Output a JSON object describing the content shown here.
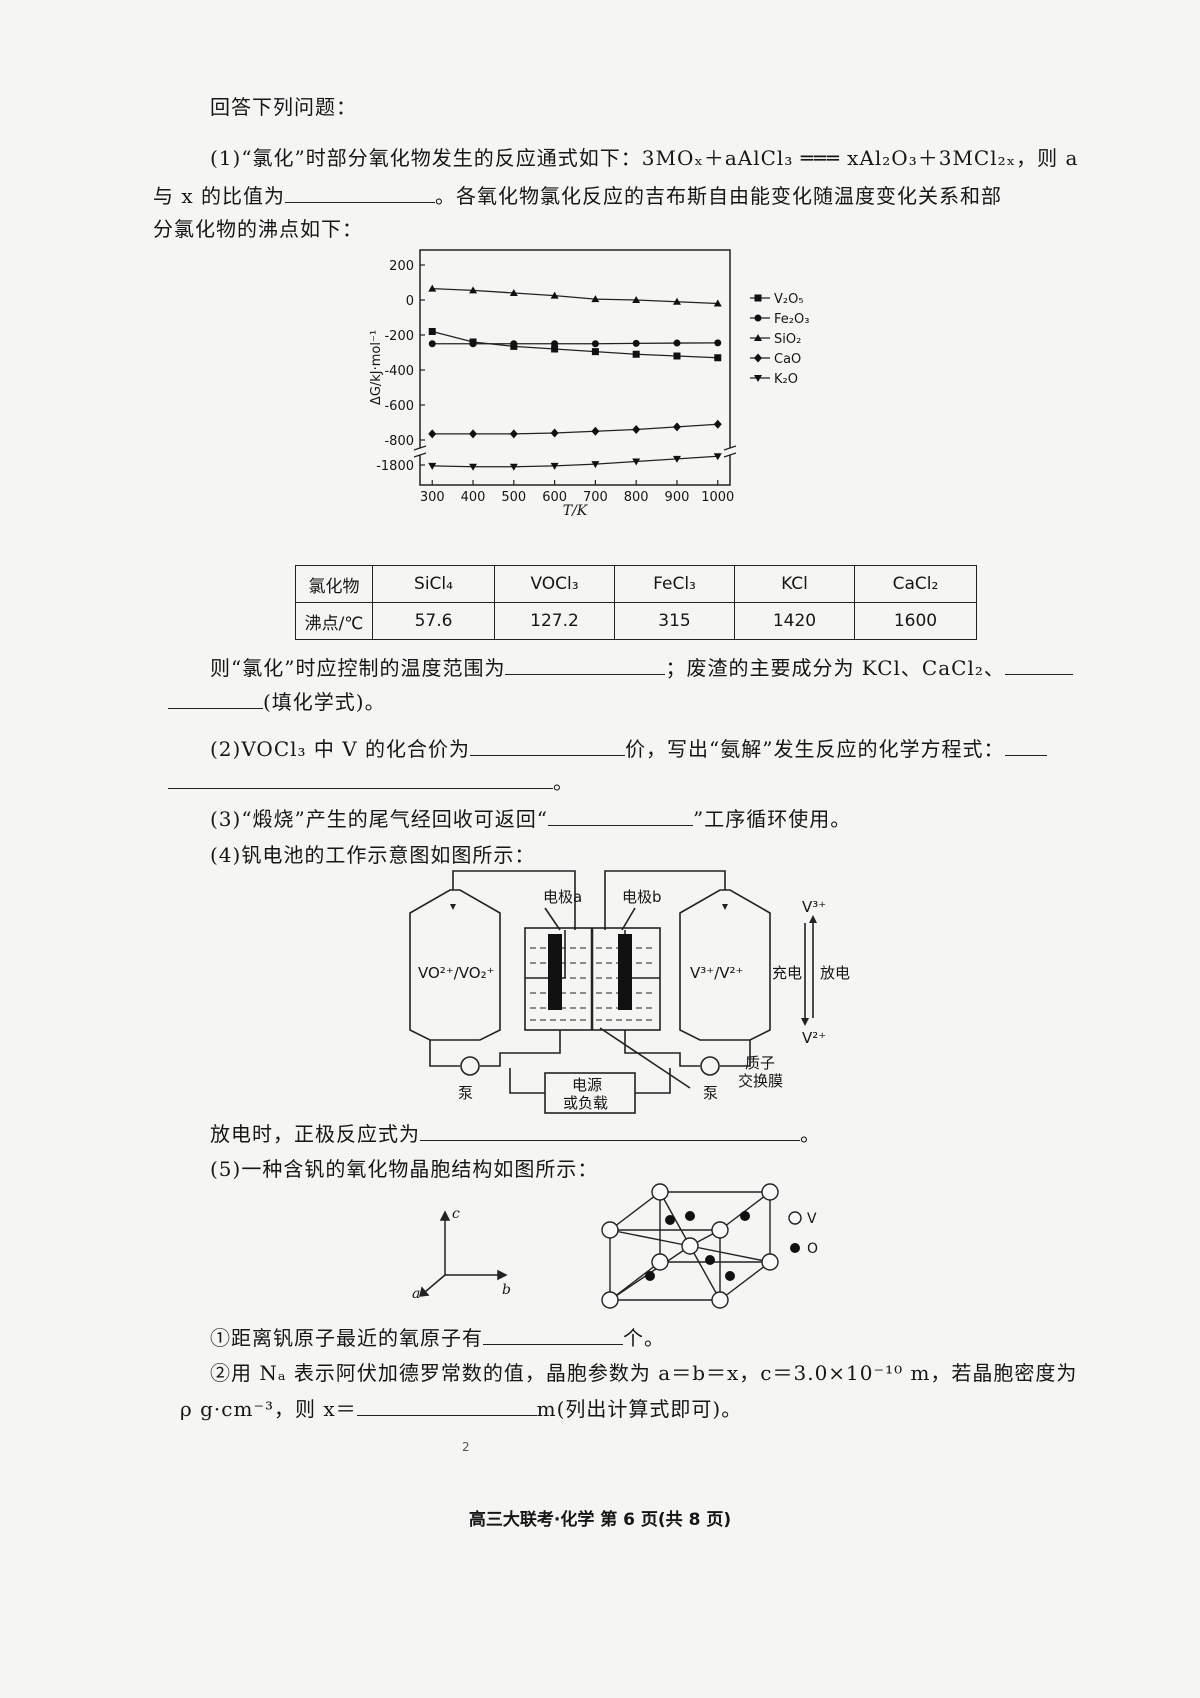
{
  "intro": "回答下列问题：",
  "q1": {
    "line1": "(1)“氯化”时部分氧化物发生的反应通式如下：3MOₓ＋aAlCl₃ ═══ xAl₂O₃＋3MCl₂ₓ，则 a",
    "line2a": "与 x 的比值为",
    "line2b": "。各氧化物氯化反应的吉布斯自由能变化随温度变化关系和部",
    "line3": "分氯化物的沸点如下：",
    "line4a": "则“氯化”时应控制的温度范围为",
    "line4b": "；废渣的主要成分为 KCl、CaCl₂、",
    "line5": "(填化学式)。"
  },
  "chart_data": {
    "type": "line",
    "xlabel": "T/K",
    "ylabel": "ΔG/kJ·mol⁻¹",
    "x": [
      300,
      400,
      500,
      600,
      700,
      800,
      900,
      1000
    ],
    "xlim": [
      270,
      1030
    ],
    "y_ticks": [
      "200",
      "0",
      "-200",
      "-400",
      "-600",
      "-800",
      "-1800"
    ],
    "axis_break": true,
    "series": [
      {
        "name": "V₂O₅",
        "marker": "square",
        "values": [
          -180,
          -240,
          -265,
          -280,
          -295,
          -310,
          -320,
          -330
        ]
      },
      {
        "name": "Fe₂O₃",
        "marker": "circle",
        "values": [
          -250,
          -250,
          -250,
          -250,
          -250,
          -248,
          -246,
          -245
        ]
      },
      {
        "name": "SiO₂",
        "marker": "triangle-up",
        "values": [
          65,
          55,
          40,
          25,
          5,
          0,
          -10,
          -20
        ]
      },
      {
        "name": "CaO",
        "marker": "diamond",
        "values": [
          -765,
          -765,
          -765,
          -760,
          -750,
          -740,
          -725,
          -710
        ]
      },
      {
        "name": "K₂O",
        "marker": "triangle-down",
        "values": [
          -1805,
          -1810,
          -1810,
          -1805,
          -1795,
          -1780,
          -1765,
          -1750
        ]
      }
    ]
  },
  "bp_table": {
    "header": "氯化物",
    "row_label": "沸点/℃",
    "compounds": [
      "SiCl₄",
      "VOCl₃",
      "FeCl₃",
      "KCl",
      "CaCl₂"
    ],
    "values": [
      "57.6",
      "127.2",
      "315",
      "1420",
      "1600"
    ]
  },
  "q2": {
    "line1a": "(2)VOCl₃ 中 V 的化合价为",
    "line1b": "价，写出“氨解”发生反应的化学方程式：",
    "line2": "。"
  },
  "q3": {
    "a": "(3)“煅烧”产生的尾气经回收可返回“",
    "b": "”工序循环使用。"
  },
  "q4": {
    "line": "(4)钒电池的工作示意图如图所示：",
    "electrode_a": "电极a",
    "electrode_b": "电极b",
    "left_tank": "VO²⁺/VO₂⁺",
    "right_tank": "V³⁺/V²⁺",
    "pump": "泵",
    "power_1": "电源",
    "power_2": "或负载",
    "membrane_1": "质子",
    "membrane_2": "交换膜",
    "v3": "V³⁺",
    "v2": "V²⁺",
    "charge": "充电",
    "discharge": "放电",
    "answer_prefix": "放电时，正极反应式为",
    "answer_suffix": "。"
  },
  "q5": {
    "line": "(5)一种含钒的氧化物晶胞结构如图所示：",
    "axis_c": "c",
    "axis_a": "a",
    "axis_b": "b",
    "legend_v": "V",
    "legend_o": "O",
    "sub1a": "①距离钒原子最近的氧原子有",
    "sub1b": "个。",
    "sub2": "②用 Nₐ 表示阿伏加德罗常数的值，晶胞参数为 a＝b＝x，c＝3.0×10⁻¹⁰ m，若晶胞密度为",
    "sub3a": "ρ g·cm⁻³，则 x＝",
    "sub3b": "m(列出计算式即可)。"
  },
  "stray_mark": "2",
  "footer": "高三大联考·化学 第 6 页(共 8 页)"
}
